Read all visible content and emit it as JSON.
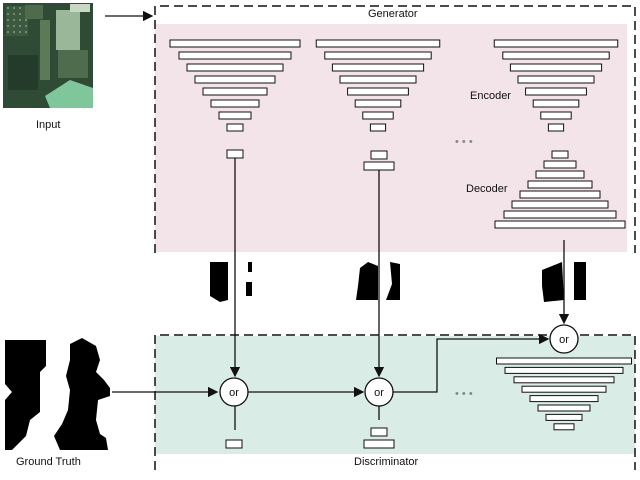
{
  "labels": {
    "input": "Input",
    "ground_truth": "Ground Truth",
    "generator": "Generator",
    "discriminator": "Discriminator",
    "encoder": "Encoder",
    "decoder": "Decoder",
    "ellipsis": "• • •",
    "or": "or"
  },
  "colors": {
    "generator_fill": "#f2e4e8",
    "discriminator_fill": "#d9ede6",
    "line": "#111111",
    "satellite_dark": "#2f4a35",
    "satellite_light": "#7fc79b"
  }
}
